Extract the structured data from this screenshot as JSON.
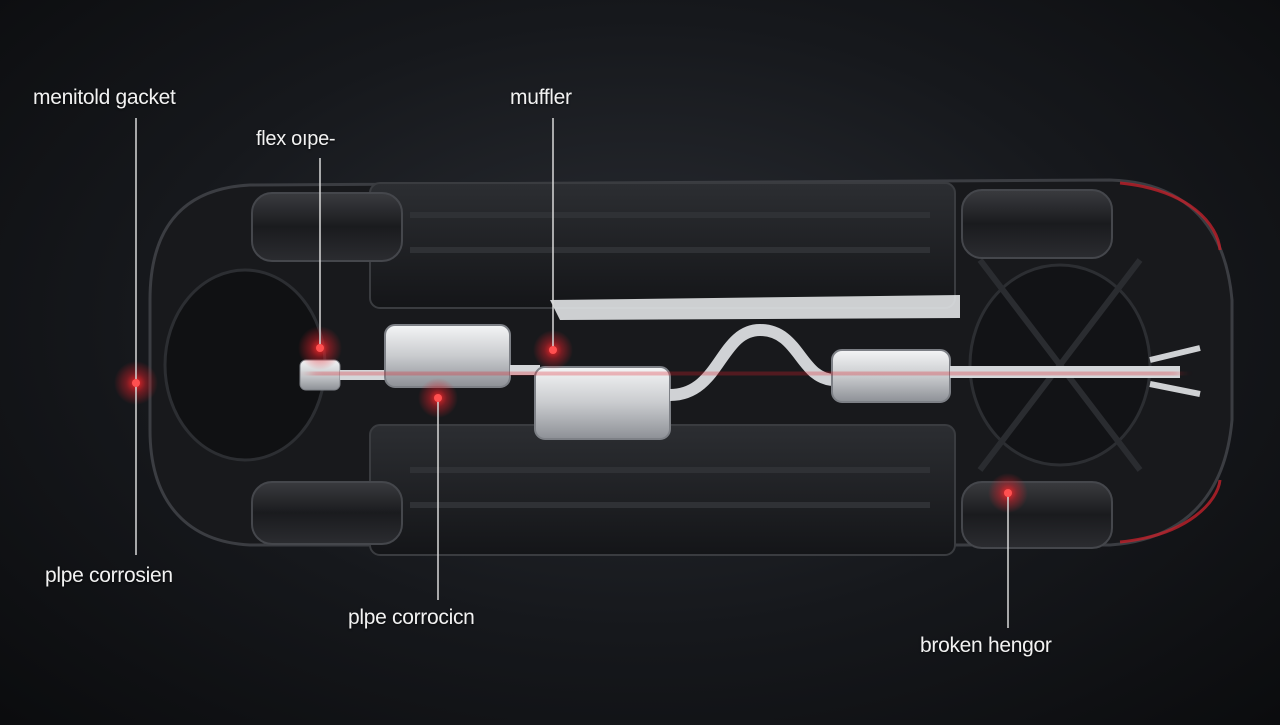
{
  "labels": {
    "manifold_gasket": "menitold gacket",
    "flex_pipe": "flex oıpe-",
    "muffler": "muffler",
    "pipe_corrosion_left": "plpe corrosien",
    "pipe_corrosion_center": "plpe corrocicn",
    "broken_hanger": "broken hengor"
  },
  "colors": {
    "background": "#16181c",
    "highlight": "#e0202a",
    "callout_line": "#d8d8d8",
    "exhaust_metal": "#cfd1d4",
    "car_body": "#1c1d20"
  }
}
